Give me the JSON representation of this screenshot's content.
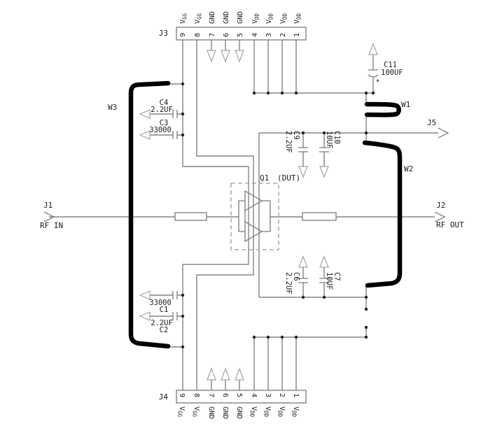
{
  "connectors": {
    "j3": {
      "name": "J3",
      "pins": [
        {
          "num": "9",
          "base": "V",
          "sub": "GG"
        },
        {
          "num": "8",
          "base": "V",
          "sub": "GG"
        },
        {
          "num": "7",
          "base": "GND",
          "sub": ""
        },
        {
          "num": "6",
          "base": "GND",
          "sub": ""
        },
        {
          "num": "5",
          "base": "GND",
          "sub": ""
        },
        {
          "num": "4",
          "base": "V",
          "sub": "DD"
        },
        {
          "num": "3",
          "base": "V",
          "sub": "DD"
        },
        {
          "num": "2",
          "base": "V",
          "sub": "DD"
        },
        {
          "num": "1",
          "base": "V",
          "sub": "DD"
        }
      ]
    },
    "j4": {
      "name": "J4",
      "pins": [
        {
          "num": "9",
          "base": "V",
          "sub": "GG"
        },
        {
          "num": "8",
          "base": "V",
          "sub": "GG"
        },
        {
          "num": "7",
          "base": "GND",
          "sub": ""
        },
        {
          "num": "6",
          "base": "GND",
          "sub": ""
        },
        {
          "num": "5",
          "base": "GND",
          "sub": ""
        },
        {
          "num": "4",
          "base": "V",
          "sub": "DD"
        },
        {
          "num": "3",
          "base": "V",
          "sub": "DD"
        },
        {
          "num": "2",
          "base": "V",
          "sub": "DD"
        },
        {
          "num": "1",
          "base": "V",
          "sub": "DD"
        }
      ]
    }
  },
  "ports": {
    "j1": {
      "name": "J1",
      "label": "RF IN"
    },
    "j2": {
      "name": "J2",
      "label": "RF OUT"
    },
    "j5": {
      "name": "J5"
    }
  },
  "jumpers": {
    "w1": "W1",
    "w2": "W2",
    "w3": "W3"
  },
  "dut": {
    "ref": "Q1",
    "label": "(DUT)"
  },
  "capacitors": {
    "c1": {
      "name": "C1",
      "value": "33000"
    },
    "c2": {
      "name": "C2",
      "value": "2.2UF"
    },
    "c3": {
      "name": "C3",
      "value": "33000"
    },
    "c4": {
      "name": "C4",
      "value": "2.2UF"
    },
    "c6": {
      "name": "C6",
      "value": "2.2UF"
    },
    "c7": {
      "name": "C7",
      "value": "10UF"
    },
    "c9": {
      "name": "C9",
      "value": "2.2UF"
    },
    "c10": {
      "name": "C10",
      "value": "10UF"
    },
    "c11": {
      "name": "C11",
      "value": "100UF",
      "polarity": "+"
    }
  },
  "colors": {
    "thick_wire": "#000000",
    "net_line": "#6e6e6e",
    "ground_symbol": "#a3a3a3"
  }
}
